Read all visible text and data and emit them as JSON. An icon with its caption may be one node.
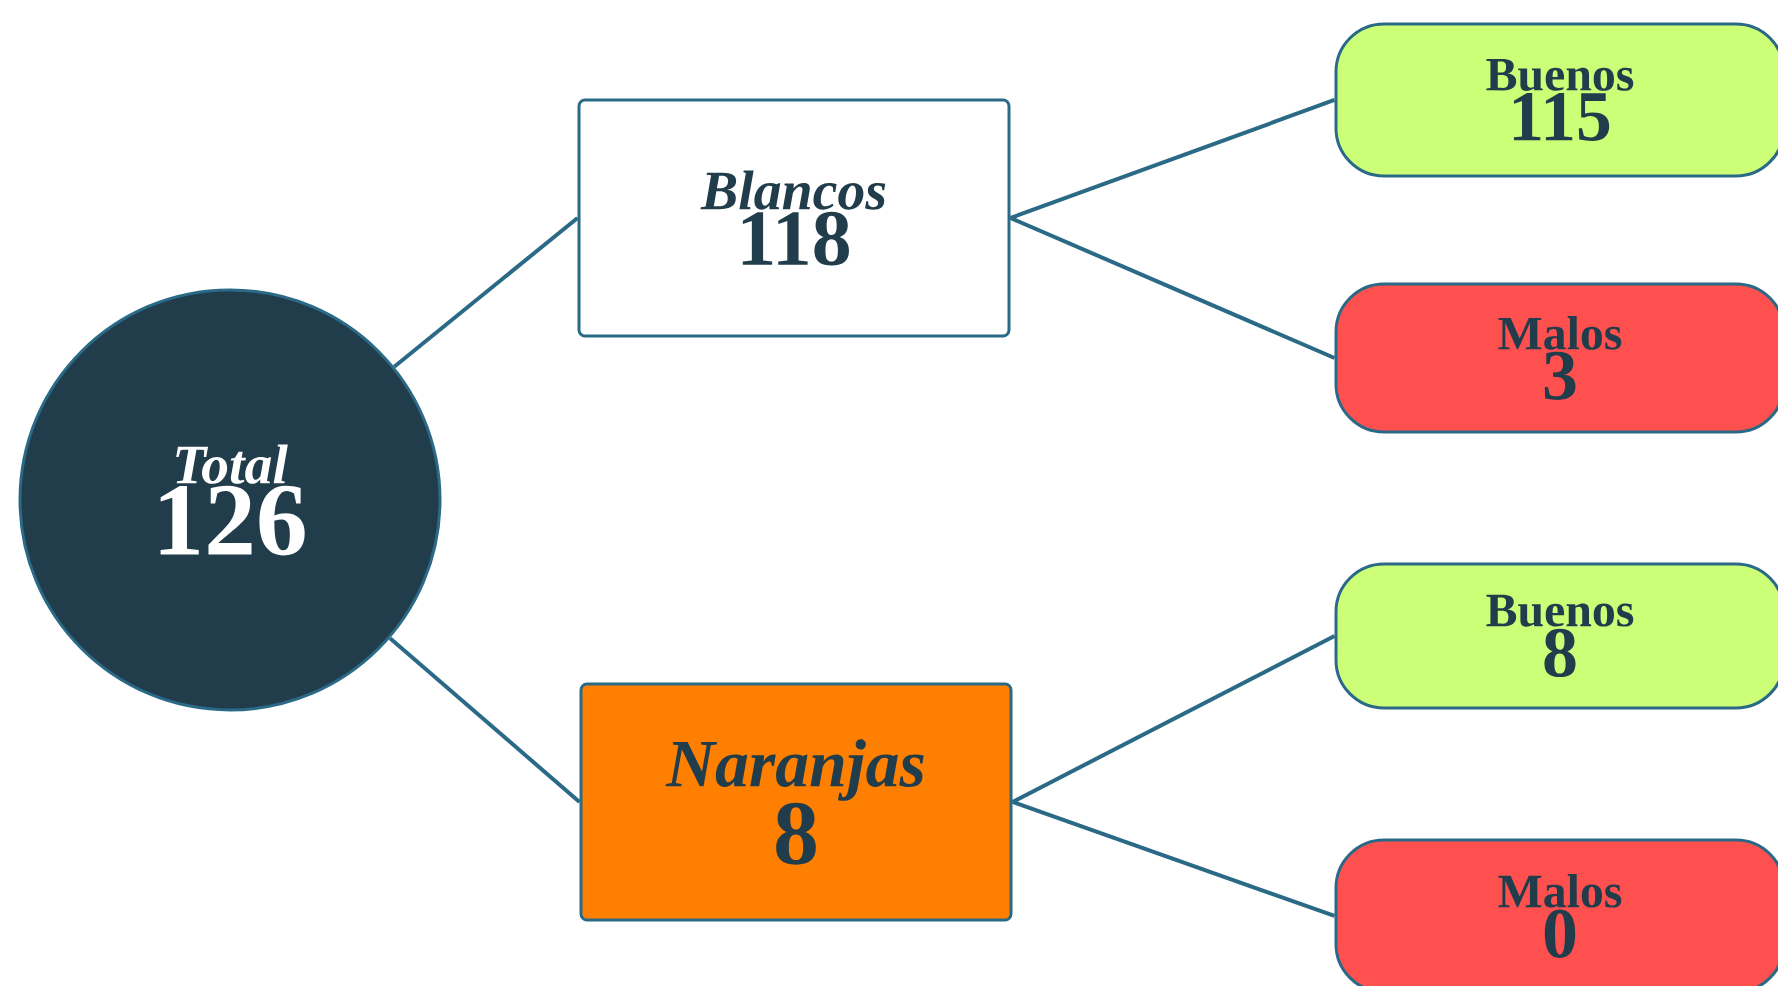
{
  "diagram": {
    "nodes": [
      {
        "text": [
          "Total",
          "126"
        ]
      },
      {
        "text": [
          "Blancos",
          "118"
        ]
      },
      {
        "text": [
          "Naranjas",
          "8"
        ]
      },
      {
        "text": [
          "Buenos",
          "115"
        ]
      },
      {
        "text": [
          "Malos",
          "3"
        ]
      },
      {
        "text": [
          "Buenos",
          "8"
        ]
      },
      {
        "text": [
          "Malos",
          "0"
        ]
      }
    ],
    "edges": [
      {
        "from": 0,
        "to": 1,
        "arrow": "none"
      },
      {
        "from": 0,
        "to": 2,
        "arrow": "none"
      },
      {
        "from": 1,
        "to": 3,
        "arrow": "none"
      },
      {
        "from": 1,
        "to": 4,
        "arrow": "none"
      },
      {
        "from": 2,
        "to": 5,
        "arrow": "none"
      },
      {
        "from": 2,
        "to": 6,
        "arrow": "none"
      }
    ]
  }
}
